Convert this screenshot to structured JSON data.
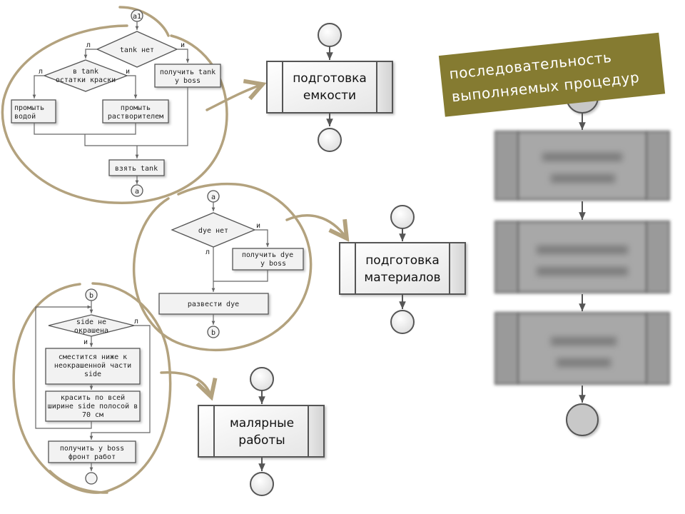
{
  "banner": {
    "line1": "последовательность",
    "line2": "выполняемых процедур",
    "color": "#857b31"
  },
  "colors": {
    "ring": "#b3a27e",
    "stroke": "#555555",
    "box_fill": "#f2f2f2"
  },
  "procedures": {
    "tank": {
      "line1": "подготовка",
      "line2": "емкости"
    },
    "materials": {
      "line1": "подготовка",
      "line2": "материалов"
    },
    "painting": {
      "line1": "малярные",
      "line2": "работы"
    }
  },
  "flow_tank": {
    "start": "a1",
    "decision_tank": "tank нет",
    "decision_paint_l1": "в tank",
    "decision_paint_l2": "остатки краски",
    "get_tank_l1": "получить tank",
    "get_tank_l2": "у boss",
    "wash_water_l1": "промыть",
    "wash_water_l2": "водой",
    "wash_solvent_l1": "промыть",
    "wash_solvent_l2": "растворителем",
    "take_tank": "взять tank",
    "end": "a",
    "yes": "и",
    "no": "л"
  },
  "flow_materials": {
    "start": "a",
    "decision_dye": "dye нет",
    "get_dye_l1": "получить dye",
    "get_dye_l2": "у boss",
    "dilute_dye": "развести dye",
    "end": "b",
    "yes": "и",
    "no": "л"
  },
  "flow_painting": {
    "start": "b",
    "decision_side_l1": "side не",
    "decision_side_l2": "окрашена",
    "move_l1": "сместится ниже к",
    "move_l2": "неокрашенной части",
    "move_l3": "side",
    "paint_l1": "красить по всей",
    "paint_l2": "ширине side полосой в",
    "paint_l3": "70 см",
    "front_l1": "получить у boss",
    "front_l2": "фронт работ",
    "yes": "и",
    "no": "л"
  }
}
